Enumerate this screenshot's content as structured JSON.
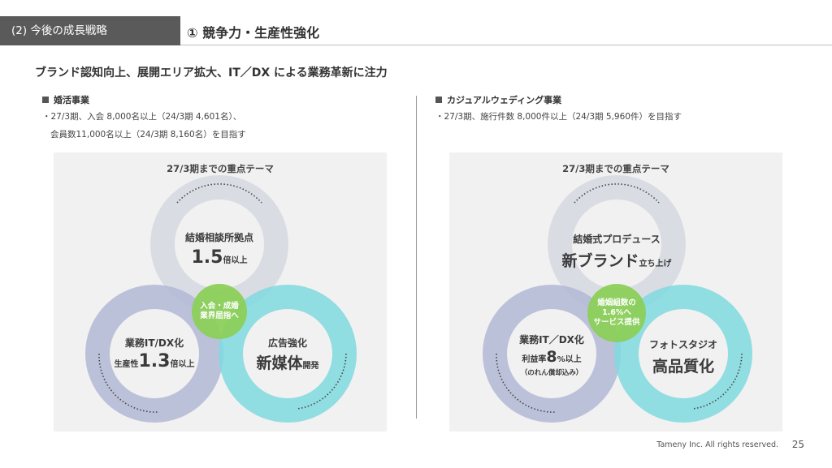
{
  "header": {
    "tag": "(2) 今後の成長戦略",
    "title": "① 競争力・生産性強化"
  },
  "headline": "ブランド認知向上、展開エリア拡大、IT／DX による業務革新に注力",
  "left": {
    "section_title": "婚活事業",
    "desc_line1": "・27/3期、入会 8,000名以上（24/3期 4,601名）、",
    "desc_line2": "会員数11,000名以上（24/3期 8,160名）を目指す",
    "panel_title": "27/3期までの重点テーマ",
    "top": {
      "label": "結婚相談所拠点",
      "value": "1.5",
      "suffix": "倍以上"
    },
    "left_circle": {
      "label": "業務IT/DX化",
      "prefix": "生産性",
      "value": "1.3",
      "suffix": "倍以上"
    },
    "right_circle": {
      "label": "広告強化",
      "value": "新媒体",
      "suffix": "開発"
    },
    "center_line1": "入会・成婚",
    "center_line2": "業界屈指へ"
  },
  "right": {
    "section_title": "カジュアルウェディング事業",
    "desc_line1": "・27/3期、施行件数 8,000件以上（24/3期 5,960件）を目指す",
    "panel_title": "27/3期までの重点テーマ",
    "top": {
      "label": "結婚式プロデュース",
      "value": "新ブランド",
      "suffix": "立ち上げ"
    },
    "left_circle": {
      "label": "業務IT／DX化",
      "prefix": "利益率",
      "value": "8",
      "suffix": "%以上",
      "note": "（のれん償却込み）"
    },
    "right_circle": {
      "label": "フォトスタジオ",
      "value": "高品質化"
    },
    "center_line1": "婚姻組数の",
    "center_line2": "1.6%へ",
    "center_line3": "サービス提供"
  },
  "footer": {
    "copyright": "Tameny Inc. All rights reserved.",
    "page": "25"
  },
  "colors": {
    "ring_top": "#d7dbe1",
    "ring_left": "#b3b9d6",
    "ring_right": "#7fd9df",
    "center": "#8ccf5a",
    "header_bg": "#5a5a5a"
  }
}
